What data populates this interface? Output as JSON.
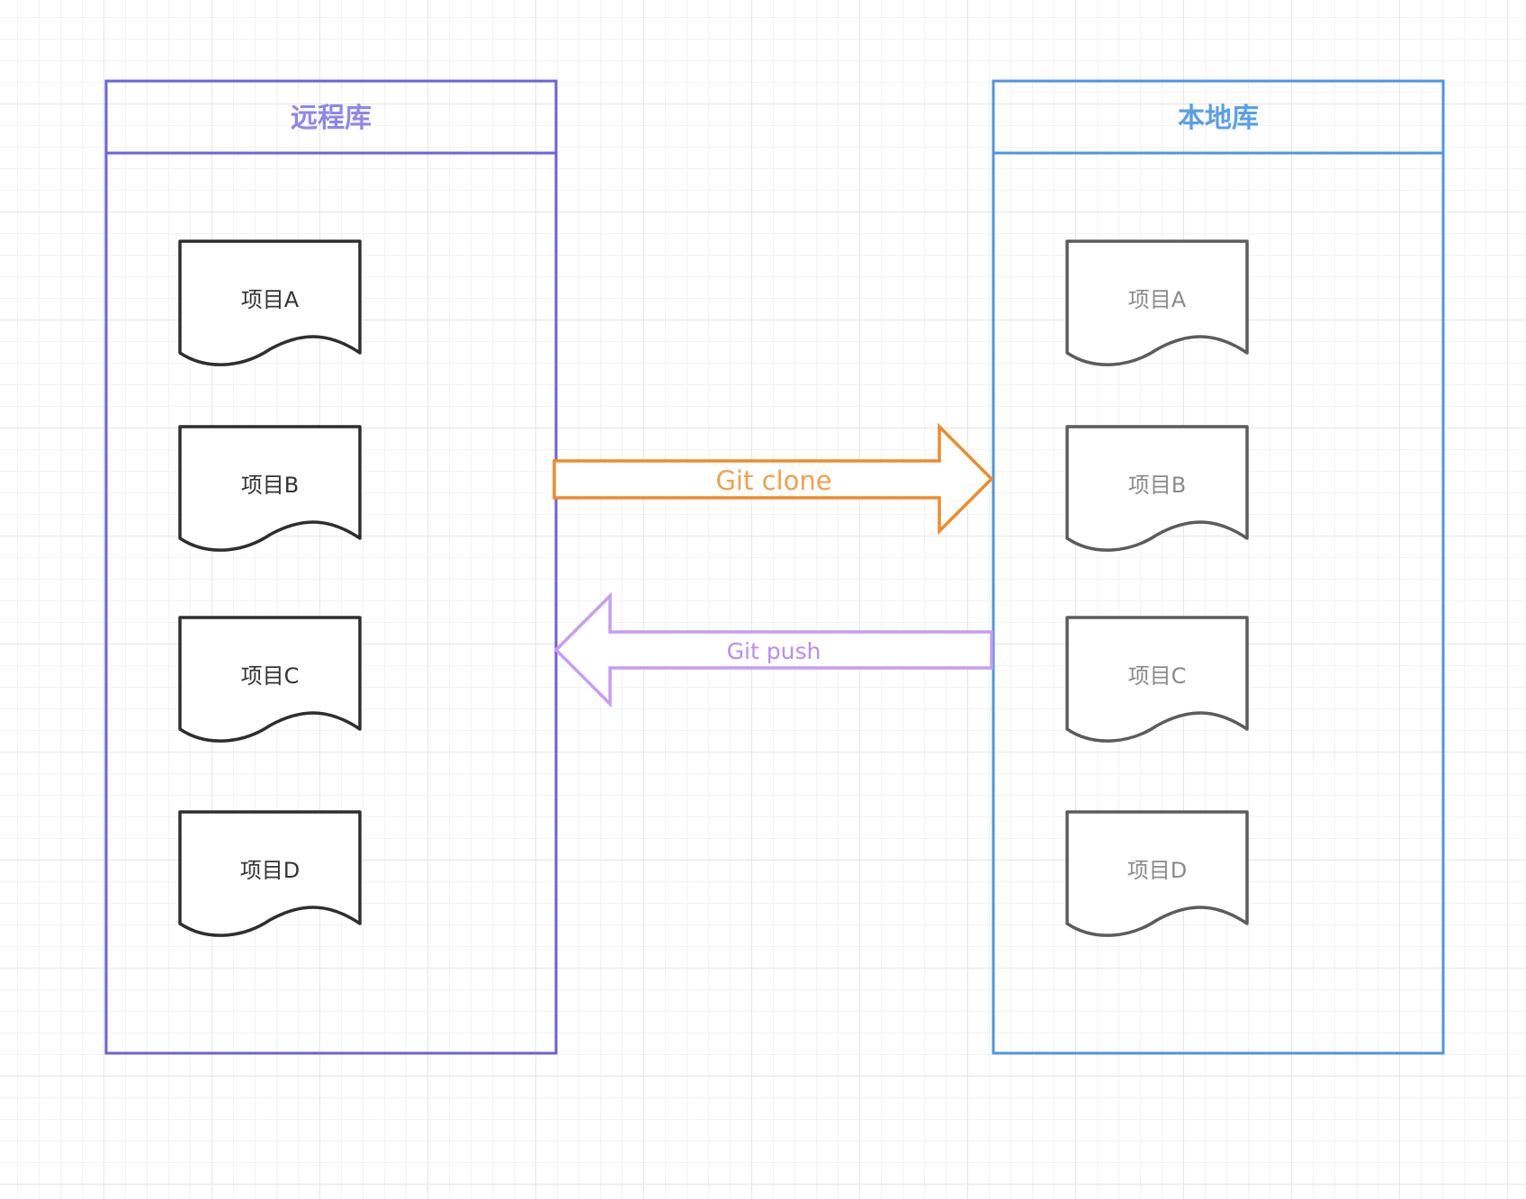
{
  "colors": {
    "remote_border": "#6b61e0",
    "remote_title": "#8f86ec",
    "local_border": "#4d95e8",
    "local_title": "#5a9fe9",
    "doc_border_dark": "#2e2e2e",
    "doc_border_gray": "#5c5c5c",
    "doc_text_dark": "#333333",
    "doc_text_gray": "#8a8a8a",
    "clone_arrow": "#f08a2a",
    "clone_text": "#f0a050",
    "push_arrow": "#c79cf3",
    "push_text": "#b98ef0"
  },
  "remote": {
    "title": "远程库",
    "items": [
      "项目A",
      "项目B",
      "项目C",
      "项目D"
    ]
  },
  "local": {
    "title": "本地库",
    "items": [
      "项目A",
      "项目B",
      "项目C",
      "项目D"
    ]
  },
  "arrows": {
    "clone_label": "Git clone",
    "push_label": "Git push"
  }
}
